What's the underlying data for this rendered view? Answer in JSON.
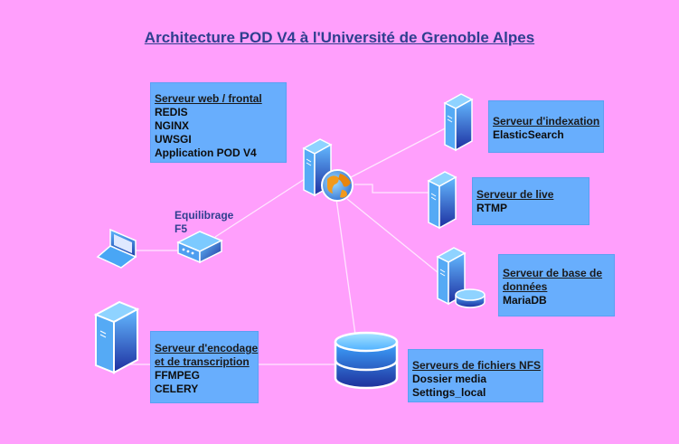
{
  "title": "Architecture POD V4 à l'Université de Grenoble Alpes",
  "nodes": {
    "web": {
      "heading": "Serveur web / frontal",
      "lines": [
        "REDIS",
        "NGINX",
        "UWSGI",
        "Application POD V4"
      ]
    },
    "index": {
      "heading": "Serveur d'indexation",
      "lines": [
        "ElasticSearch"
      ]
    },
    "live": {
      "heading": "Serveur de live",
      "lines": [
        "RTMP"
      ]
    },
    "db": {
      "heading_1": "Serveur de base de",
      "heading_2": "données",
      "lines": [
        "MariaDB"
      ]
    },
    "nfs": {
      "heading": "Serveurs de fichiers NFS",
      "lines": [
        "Dossier media",
        "Settings_local"
      ]
    },
    "encode": {
      "heading_1": "Serveur d'encodage",
      "heading_2": "et de transcription",
      "lines": [
        "FFMPEG",
        "CELERY"
      ]
    },
    "lb": {
      "label_1": "Equilibrage",
      "label_2": "F5"
    }
  },
  "colors": {
    "background": "#ff9ffc",
    "box": "#68aefd",
    "title": "#2e3f8f",
    "wire": "#ffe6ff"
  }
}
